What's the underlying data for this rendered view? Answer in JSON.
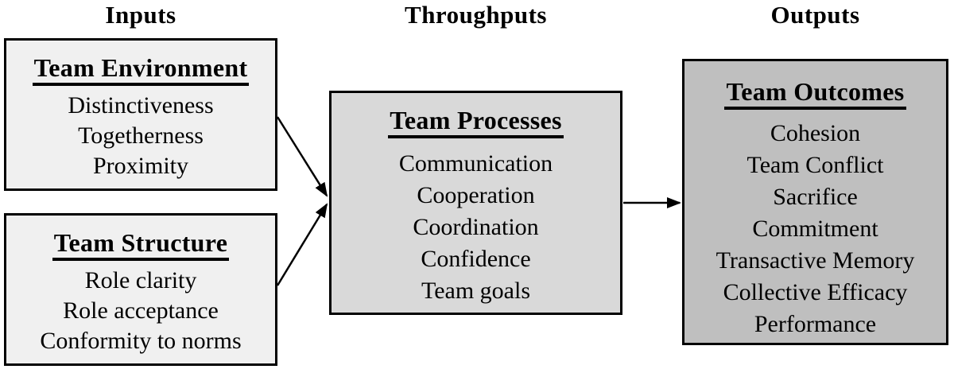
{
  "diagram": {
    "columns": [
      {
        "header": "Inputs"
      },
      {
        "header": "Throughputs"
      },
      {
        "header": "Outputs"
      }
    ],
    "boxes": {
      "team_environment": {
        "title": "Team Environment",
        "items": [
          "Distinctiveness",
          "Togetherness",
          "Proximity"
        ]
      },
      "team_structure": {
        "title": "Team Structure",
        "items": [
          "Role clarity",
          "Role acceptance",
          "Conformity to norms"
        ]
      },
      "team_processes": {
        "title": "Team Processes",
        "items": [
          "Communication",
          "Cooperation",
          "Coordination",
          "Confidence",
          "Team goals"
        ]
      },
      "team_outcomes": {
        "title": "Team Outcomes",
        "items": [
          "Cohesion",
          "Team Conflict",
          "Sacrifice",
          "Commitment",
          "Transactive Memory",
          "Collective Efficacy",
          "Performance"
        ]
      }
    },
    "connections": [
      {
        "from": "Team Environment",
        "to": "Team Processes"
      },
      {
        "from": "Team Structure",
        "to": "Team Processes"
      },
      {
        "from": "Team Processes",
        "to": "Team Outcomes"
      }
    ],
    "colors": {
      "background": "#ffffff",
      "input_box_bg": "#f0f0f0",
      "process_box_bg": "#d9d9d9",
      "outcome_box_bg": "#bfbfbf",
      "border": "#000000",
      "text": "#000000"
    }
  }
}
